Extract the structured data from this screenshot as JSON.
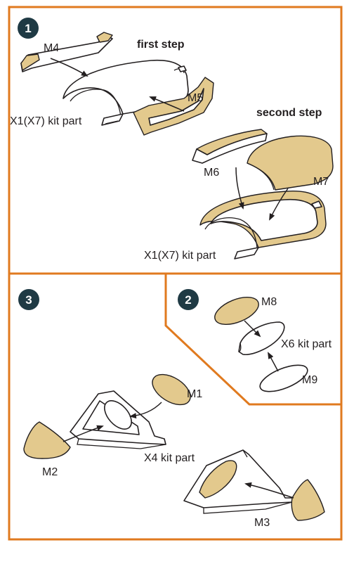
{
  "colors": {
    "frame": "#e07a1f",
    "mask": "#e3c98d",
    "badge": "#1f3a44",
    "line": "#231f20"
  },
  "steps": {
    "s1": "1",
    "s2": "2",
    "s3": "3"
  },
  "labels": {
    "first_step": "first step",
    "second_step": "second step",
    "m1": "M1",
    "m2": "M2",
    "m3": "M3",
    "m4": "M4",
    "m5": "M5",
    "m6": "M6",
    "m7": "M7",
    "m8": "M8",
    "m9": "M9",
    "x1_a": "X1(X7) kit part",
    "x1_b": "X1(X7) kit part",
    "x6": "X6 kit part",
    "x4": "X4 kit part"
  }
}
